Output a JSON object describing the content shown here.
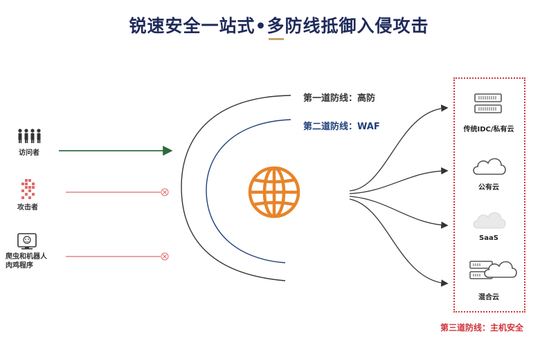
{
  "title": "锐速安全一站式•多防线抵御入侵攻击",
  "sources": {
    "visitor": "访问者",
    "attacker": "攻击者",
    "bot_line1": "爬虫和机器人",
    "bot_line2": "肉鸡程序"
  },
  "defense_lines": {
    "first": "第一道防线：高防",
    "second": "第二道防线：WAF",
    "third": "第三道防线：主机安全"
  },
  "destinations": {
    "idc": "传统IDC/私有云",
    "public_cloud": "公有云",
    "saas": "SaaS",
    "hybrid": "混合云"
  },
  "colors": {
    "title": "#1f2a5a",
    "second_line": "#1f3f7a",
    "arrow_green": "#2e6b3a",
    "blocked_red": "#e06b6b",
    "globe_orange": "#e8842a",
    "host_red": "#d0343a"
  }
}
